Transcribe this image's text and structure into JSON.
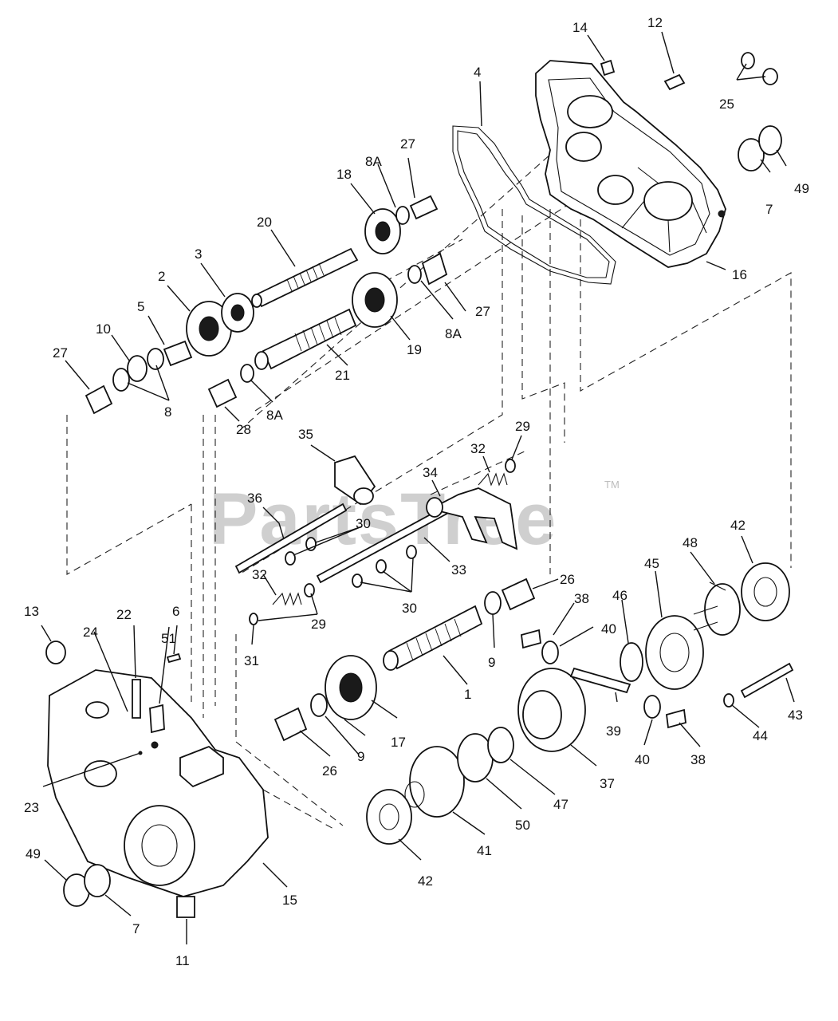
{
  "watermark": {
    "text": "PartsTree",
    "trademark": "TM"
  },
  "labels": {
    "l1": "1",
    "l2": "2",
    "l3": "3",
    "l4": "4",
    "l5": "5",
    "l6": "6",
    "l7_top": "7",
    "l7_bottom": "7",
    "l8": "8",
    "l8a_top": "8A",
    "l8a_mid": "8A",
    "l8a_low": "8A",
    "l9_upper": "9",
    "l9_lower": "9",
    "l10": "10",
    "l11": "11",
    "l12": "12",
    "l13": "13",
    "l14": "14",
    "l15": "15",
    "l16": "16",
    "l17": "17",
    "l18": "18",
    "l19": "19",
    "l20": "20",
    "l21": "21",
    "l22": "22",
    "l23": "23",
    "l24": "24",
    "l25": "25",
    "l26_upper": "26",
    "l26_lower": "26",
    "l27_top": "27",
    "l27_mid": "27",
    "l27_left": "27",
    "l28": "28",
    "l29_upper": "29",
    "l29_lower": "29",
    "l30_upper": "30",
    "l30_lower": "30",
    "l31": "31",
    "l32_upper": "32",
    "l32_lower": "32",
    "l33": "33",
    "l34": "34",
    "l35": "35",
    "l36": "36",
    "l37": "37",
    "l38_upper": "38",
    "l38_lower": "38",
    "l39": "39",
    "l40_upper": "40",
    "l40_lower": "40",
    "l41": "41",
    "l42_upper": "42",
    "l42_lower": "42",
    "l43": "43",
    "l44": "44",
    "l45": "45",
    "l46": "46",
    "l47": "47",
    "l48": "48",
    "l49_top": "49",
    "l49_bottom": "49",
    "l50": "50",
    "l51": "51"
  }
}
